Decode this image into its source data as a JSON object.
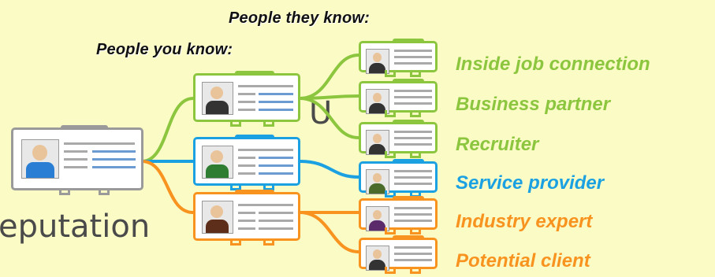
{
  "background_text": {
    "line1": "U",
    "line2": "eputation"
  },
  "headers": {
    "they_know": "People they know:",
    "you_know": "People you know:"
  },
  "labels": [
    {
      "text": "Inside job connection",
      "color": "#8cc63f"
    },
    {
      "text": "Business partner",
      "color": "#8cc63f"
    },
    {
      "text": "Recruiter",
      "color": "#8cc63f"
    },
    {
      "text": "Service provider",
      "color": "#1ba1e2"
    },
    {
      "text": "Industry expert",
      "color": "#f7931e"
    },
    {
      "text": "Potential client",
      "color": "#f7931e"
    }
  ],
  "colors": {
    "green": "#8cc63f",
    "blue": "#1ba1e2",
    "orange": "#f7931e",
    "you_card": "#9a9a9a"
  }
}
